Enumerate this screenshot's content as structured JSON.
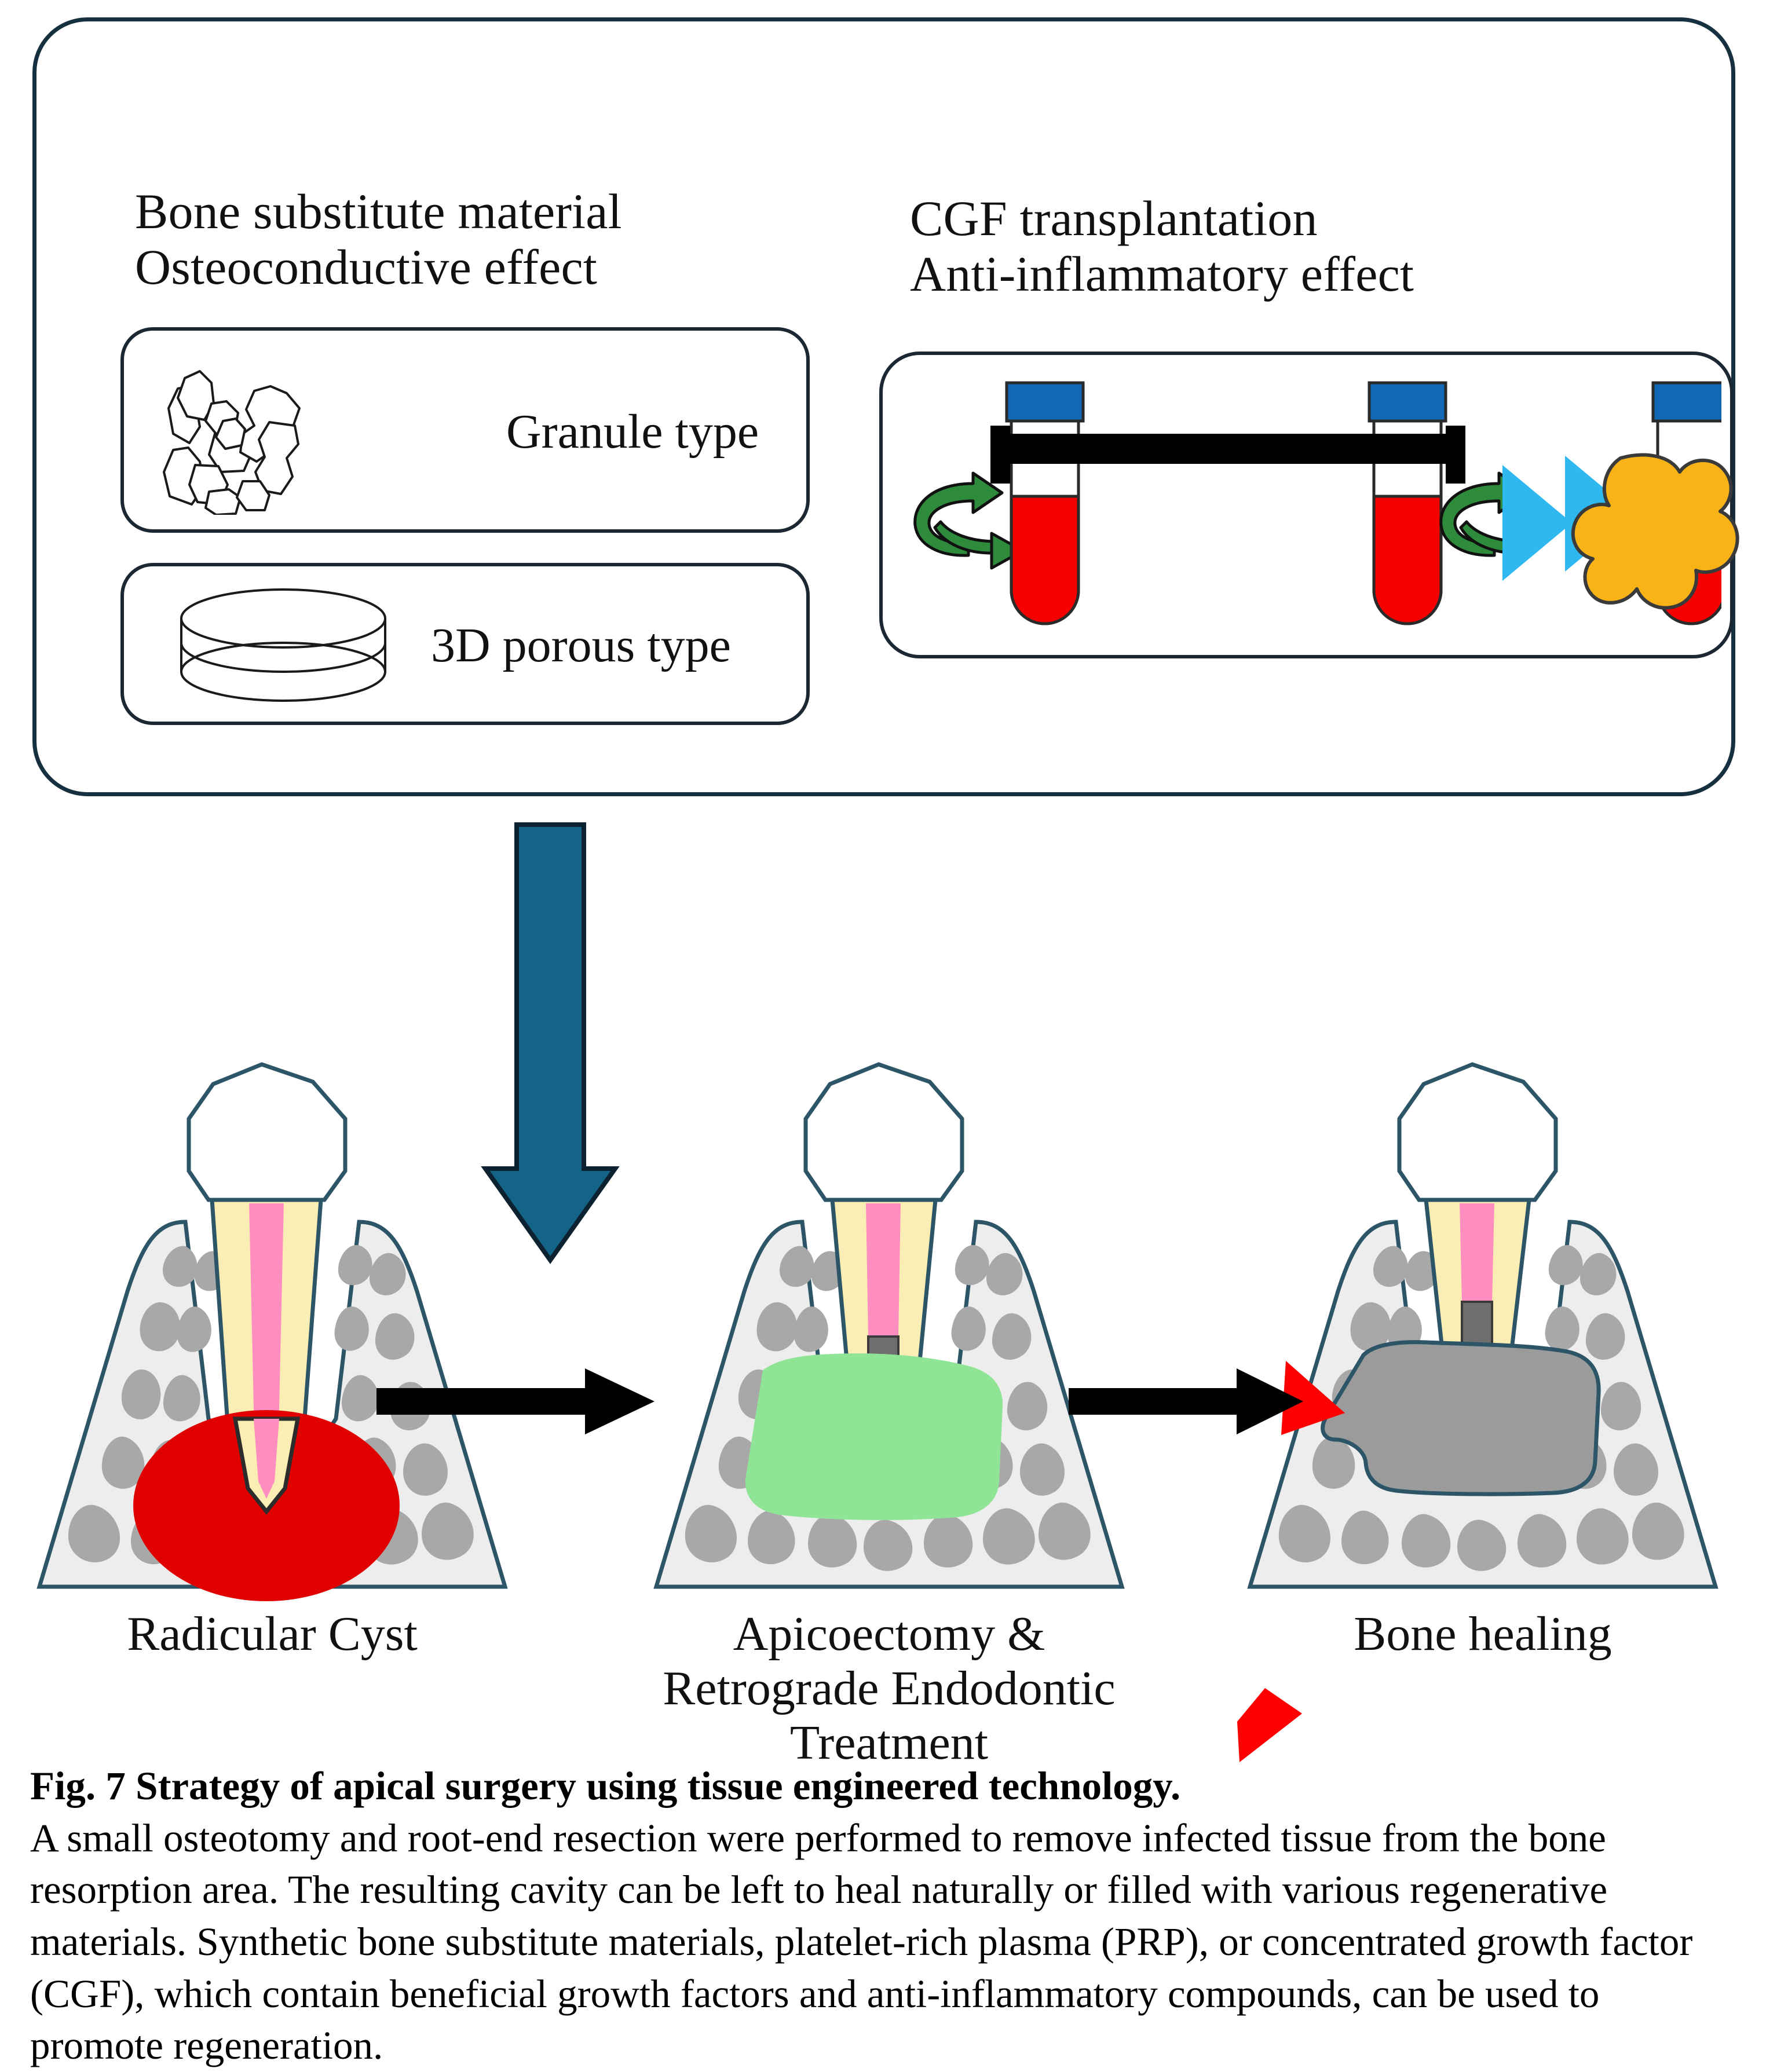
{
  "figure": {
    "top_panel": {
      "left_heading": "Bone substitute material\nOsteoconductive effect",
      "right_heading": "CGF transplantation\nAnti-inflammatory effect",
      "material_options": [
        {
          "label": "Granule type",
          "icon": "granule-cluster-icon"
        },
        {
          "label": "3D porous type",
          "icon": "porous-cylinder-icon"
        }
      ],
      "cgf_process": {
        "icon": "centrifuge-process-icon",
        "steps": [
          {
            "name": "centrifuge-tubes",
            "description": "two blood tubes spinning"
          },
          {
            "name": "separated-tube",
            "description": "tube with plasma, CGF and red cell layers"
          },
          {
            "name": "cgf-clot",
            "description": "orange CGF clot"
          }
        ],
        "colors": {
          "cap": "#1268b3",
          "blood": "#f70000",
          "cgf_layer": "#fbb813",
          "plasma": "#ffffff",
          "rotor": "#000000",
          "spin_arrow": "#2e8b3c",
          "step_arrow": "#2eb8ef",
          "clot": "#f9b317"
        }
      }
    },
    "flow_arrow": {
      "name": "down-arrow",
      "color": "#136487"
    },
    "stages": [
      {
        "label": "Radicular Cyst",
        "name": "stage-radicular-cyst",
        "lesion_color": "#e00000",
        "graft": null
      },
      {
        "label": "Apicoectomy &\nRetrograde Endodontic\nTreatment",
        "name": "stage-apicoectomy",
        "lesion_color": null,
        "graft": "#90e495"
      },
      {
        "label": "Bone healing",
        "name": "stage-bone-healing",
        "lesion_color": null,
        "graft": "#9b9b9b"
      }
    ],
    "connectors": [
      {
        "name": "connector-arrow-1",
        "color": "#000000"
      },
      {
        "name": "connector-arrow-2",
        "color": "#000000"
      }
    ],
    "markers": [
      {
        "name": "healing-marker",
        "color": "#ff0000"
      },
      {
        "name": "stray-marker",
        "color": "#ff0000"
      }
    ],
    "tooth_colors": {
      "enamel": "#ffffff",
      "dentin": "#fbeeb5",
      "pulp": "#ff8ec0",
      "bone": "#ededed",
      "trabeculae": "#a8a8a8",
      "outline": "#2c5568",
      "retrograde_filling": "#6e6e6e"
    }
  },
  "caption": {
    "title": "Fig. 7 Strategy of apical surgery using tissue engineered technology.",
    "body": " A small osteotomy and root-end resection were performed to remove infected tissue from the bone resorption area. The resulting cavity can be left to heal naturally or filled with various regenerative materials. Synthetic bone substitute materials, platelet-rich plasma (PRP), or concentrated growth factor (CGF), which contain beneficial growth factors and anti-inflammatory compounds, can be used to promote regeneration."
  }
}
